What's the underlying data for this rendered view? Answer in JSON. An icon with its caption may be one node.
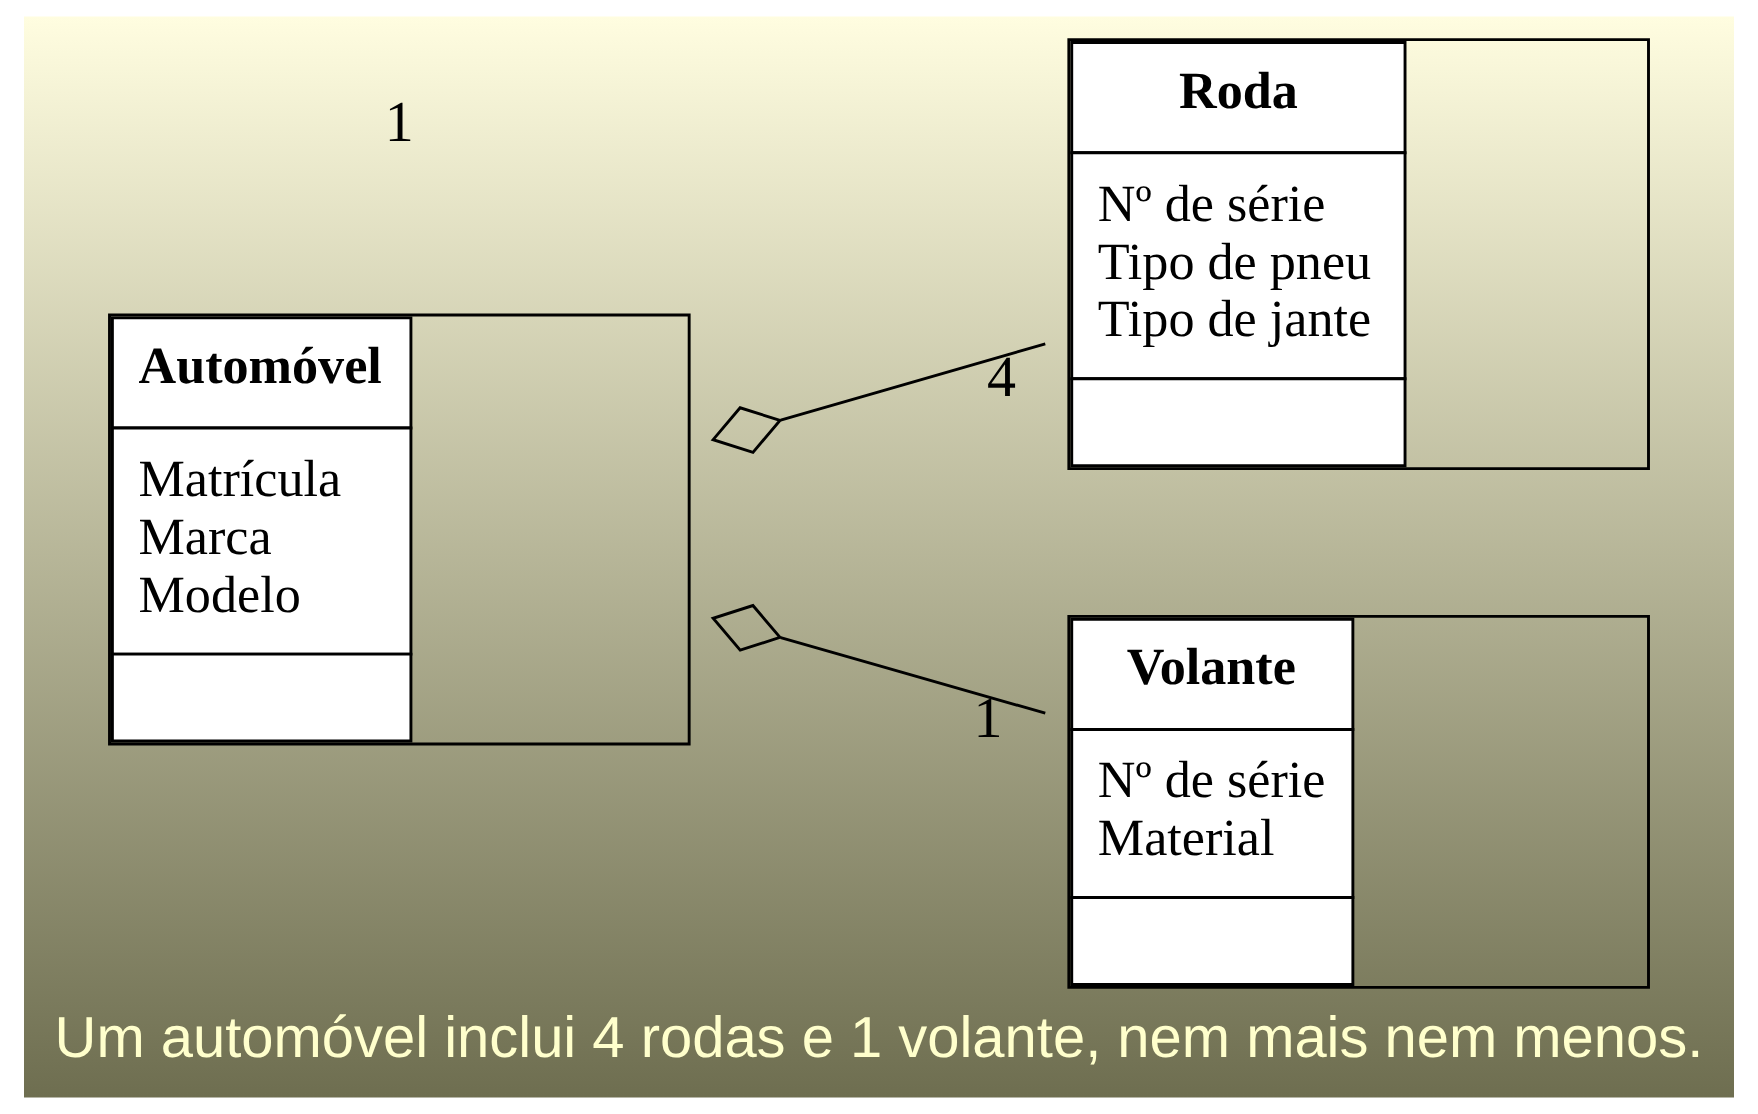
{
  "diagram": {
    "caption": "Um automóvel inclui 4 rodas e 1 volante, nem mais nem menos.",
    "nodes": [
      {
        "text": [
          "Automóvel",
          "Matrícula",
          "Marca",
          "Modelo"
        ]
      },
      {
        "text": [
          "Roda",
          "Nº de série",
          "Tipo de pneu",
          "Tipo de jante"
        ]
      },
      {
        "text": [
          "Volante",
          "Nº de série",
          "Material"
        ]
      }
    ],
    "edges": [
      {
        "from": 0,
        "to": 1,
        "arrow": "other",
        "label": "4"
      },
      {
        "from": 0,
        "to": 2,
        "arrow": "other",
        "label": "1"
      }
    ],
    "labels": [
      "1"
    ]
  }
}
